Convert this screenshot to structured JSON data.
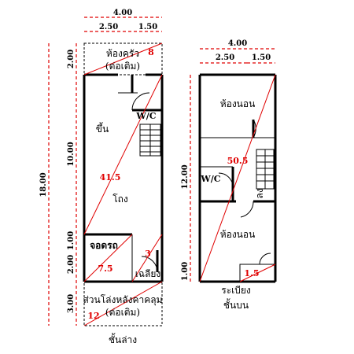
{
  "ground_floor": {
    "caption": "ชั้นล่าง",
    "dims": {
      "top_total": "4.00",
      "top_left": "2.50",
      "top_right": "1.50",
      "total_depth": "18.00",
      "kitchen_depth": "2.00",
      "hall_depth": "10.00",
      "gap_depth": "1.00",
      "garage_depth": "2.00",
      "rear_depth": "3.00"
    },
    "rooms": {
      "kitchen": "ห้องครัว",
      "kitchen_note": "(ต่อเติม)",
      "kitchen_area": "8",
      "wc": "W/C",
      "stairs_up": "ขึ้น",
      "hall": "โถง",
      "hall_area": "41.5",
      "garage": "จอดรถ",
      "garage_area": "7.5",
      "terrace": "เฉลียง",
      "terrace_area": "3",
      "rear_roof": "ส่วนโล่งหลังคาคลุม",
      "rear_note": "(ต่อเติม)",
      "rear_area": "12"
    }
  },
  "upper_floor": {
    "caption": "ชั้นบน",
    "dims": {
      "top_total": "4.00",
      "top_left": "2.50",
      "top_right": "1.50",
      "total_depth": "12.00",
      "balcony_depth": "1.00"
    },
    "rooms": {
      "bedroom_top": "ห้องนอน",
      "area": "50.5",
      "wc": "W/C",
      "stairs_down": "ลง",
      "bedroom_bottom": "ห้องนอน",
      "balcony_area": "1.5",
      "balcony": "ระเบียง"
    }
  }
}
